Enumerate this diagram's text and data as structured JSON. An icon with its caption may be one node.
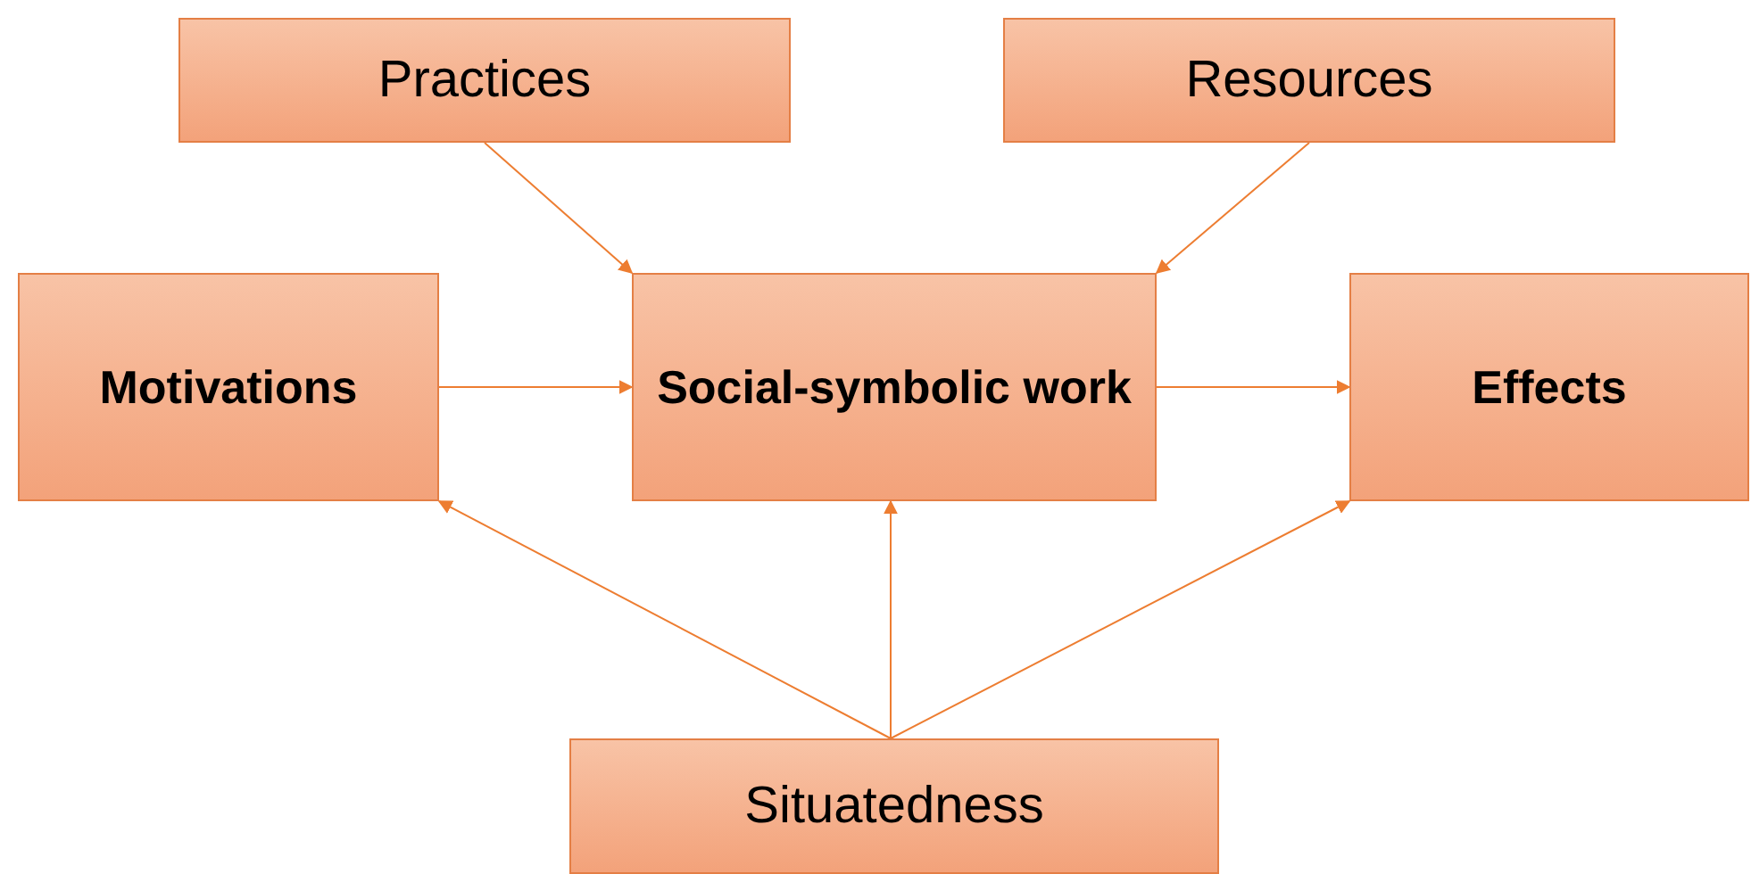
{
  "diagram": {
    "nodes": [
      {
        "text": [
          "Practices"
        ]
      },
      {
        "text": [
          "Resources"
        ]
      },
      {
        "text": [
          "Motivations"
        ]
      },
      {
        "text": [
          "Social-symbolic work"
        ]
      },
      {
        "text": [
          "Effects"
        ]
      },
      {
        "text": [
          "Situatedness"
        ]
      }
    ],
    "edges": [
      {
        "from": 0,
        "to": 3,
        "arrow": "to"
      },
      {
        "from": 1,
        "to": 3,
        "arrow": "to"
      },
      {
        "from": 2,
        "to": 3,
        "arrow": "to"
      },
      {
        "from": 3,
        "to": 4,
        "arrow": "to"
      },
      {
        "from": 5,
        "to": 2,
        "arrow": "to"
      },
      {
        "from": 5,
        "to": 3,
        "arrow": "to"
      },
      {
        "from": 5,
        "to": 4,
        "arrow": "to"
      }
    ]
  }
}
